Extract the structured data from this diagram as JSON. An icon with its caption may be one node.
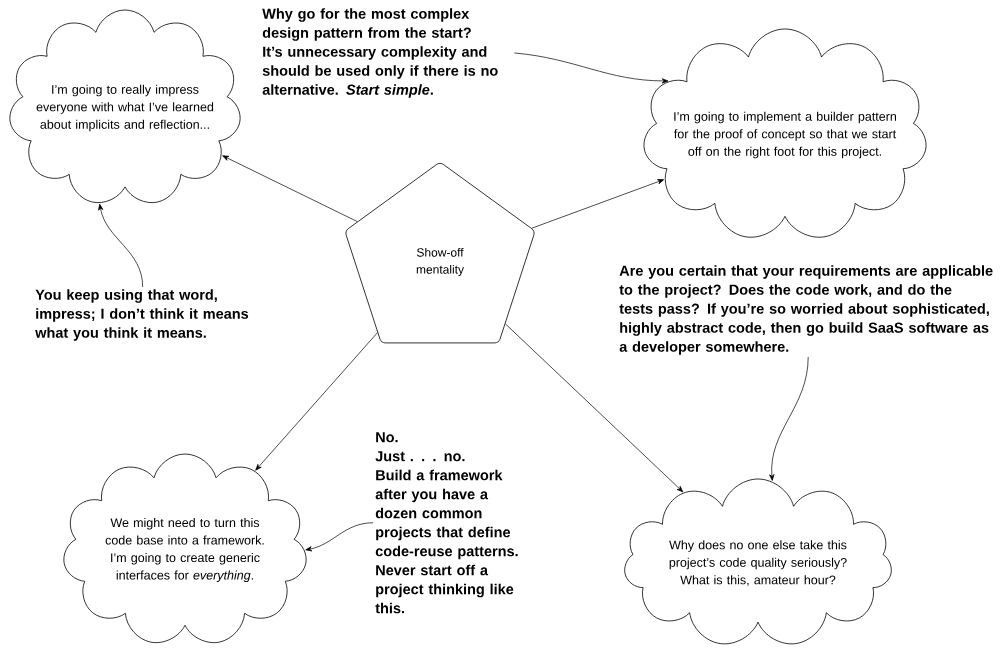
{
  "diagram": {
    "nodes": [
      {
        "text": [
          "Show-off mentality"
        ]
      },
      {
        "text": [
          "I’m going to really impress everyone with what I’ve learned about implicits and reflection..."
        ]
      },
      {
        "text": [
          "I’m going to implement a builder pattern for the proof of concept so that we start off on the right foot for this project."
        ]
      },
      {
        "text": [
          "We might need to turn this code base into a framework. I’m going to create generic interfaces for *everything*."
        ]
      },
      {
        "text": [
          "Why does no one else take this project’s code quality seriously? What is this, amateur hour?"
        ]
      },
      {
        "text": [
          "Why go for the most complex design pattern from the start? It’s unnecessary complexity and should be used only if there is no alternative. *Start simple*."
        ]
      },
      {
        "text": [
          "You keep using that word, impress; I don’t think it means what you think it means."
        ]
      },
      {
        "text": [
          "Are you certain that your requirements are applicable to the project? Does the code work, and do the tests pass? If you’re  so worried about sophisticated, highly abstract code, then go build SaaS software as a developer somewhere."
        ]
      },
      {
        "text": [
          "No.",
          "Just . . . no.",
          "Build a framework after you have a dozen common projects that define code-reuse patterns. Never start off a project thinking like this."
        ]
      }
    ],
    "edges": [
      {
        "from": 0,
        "to": 1,
        "arrow": "to"
      },
      {
        "from": 0,
        "to": 2,
        "arrow": "to"
      },
      {
        "from": 0,
        "to": 3,
        "arrow": "to"
      },
      {
        "from": 0,
        "to": 4,
        "arrow": "to"
      },
      {
        "from": 5,
        "to": 2,
        "arrow": "to"
      },
      {
        "from": 6,
        "to": 1,
        "arrow": "to"
      },
      {
        "from": 8,
        "to": 3,
        "arrow": "to"
      },
      {
        "from": 7,
        "to": 4,
        "arrow": "to"
      }
    ]
  }
}
